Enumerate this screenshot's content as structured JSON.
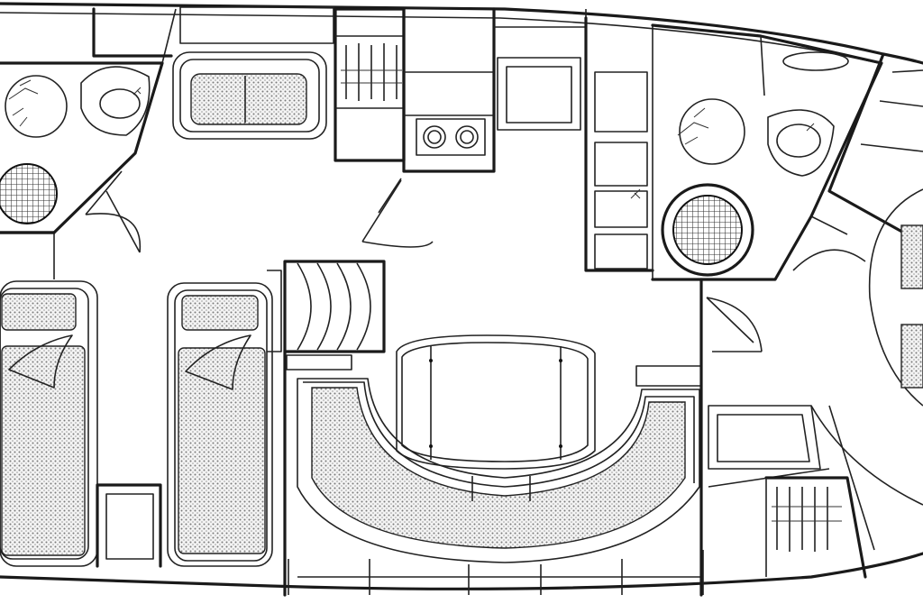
{
  "plan": {
    "colors": {
      "line": "#1a1a1a",
      "hatch": "#8a8a8a",
      "background": "#ffffff"
    },
    "rooms": [
      "forward-cabin-port",
      "forward-cabin-starboard",
      "forward-head",
      "galley",
      "saloon",
      "aft-head",
      "master-cabin"
    ]
  }
}
